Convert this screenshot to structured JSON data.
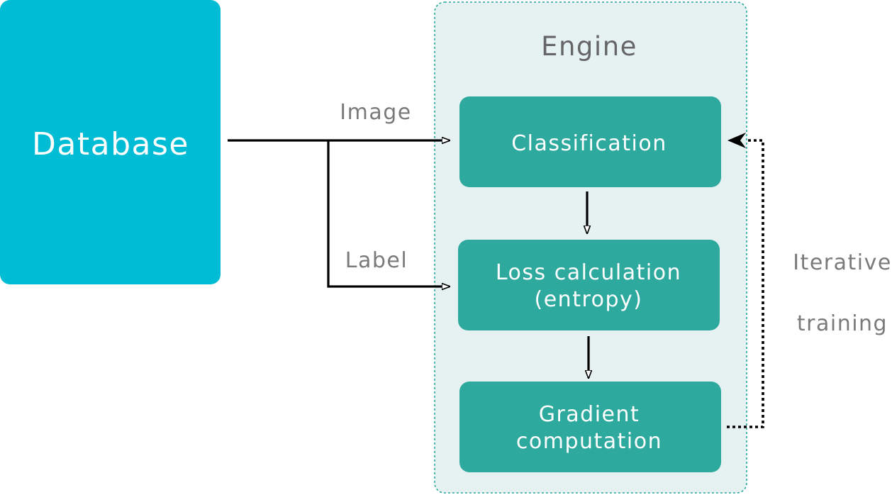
{
  "colors": {
    "database_fill": "#00BCD4",
    "engine_fill": "#E5F2F1",
    "engine_border": "#26A69A",
    "step_fill": "#2DA99E",
    "arrow": "#000000",
    "label": "#7a7a7a"
  },
  "database": {
    "label": "Database"
  },
  "engine": {
    "title": "Engine",
    "steps": [
      {
        "lines": [
          "Classification"
        ]
      },
      {
        "lines": [
          "Loss calculation",
          "(entropy)"
        ]
      },
      {
        "lines": [
          "Gradient",
          "computation"
        ]
      }
    ]
  },
  "edges": {
    "image_label": "Image",
    "label_label": "Label",
    "loop_label": [
      "Iterative",
      "training"
    ]
  }
}
